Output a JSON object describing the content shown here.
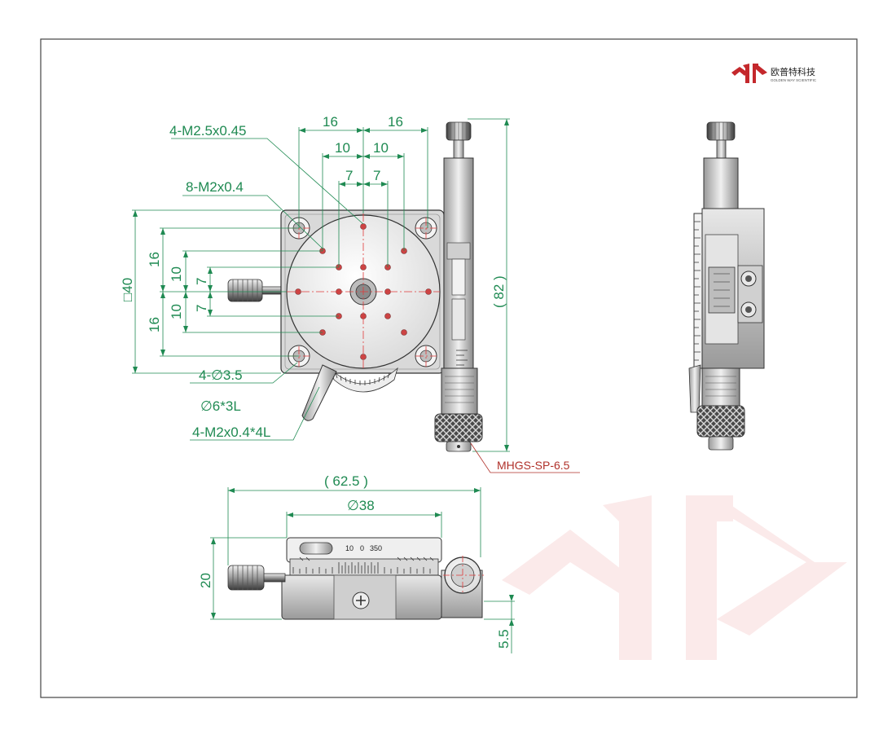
{
  "brand": {
    "name_zh": "欧普特科技",
    "name_en": "GOLDEN WAY SCIENTIFIC"
  },
  "dimensions": {
    "top_16_left": "16",
    "top_16_right": "16",
    "top_10_left": "10",
    "top_10_right": "10",
    "top_7_left": "7",
    "top_7_right": "7",
    "thread_center": "4-M2.5x0.45",
    "thread_holes": "8-M2x0.4",
    "side_40": "□40",
    "left_16_upper": "16",
    "left_10_upper": "10",
    "left_7_upper": "7",
    "left_7_lower": "7",
    "left_10_lower": "10",
    "left_16_lower": "16",
    "right_82": "( 82 )",
    "hole_35": "4-∅3.5",
    "hole_6": "∅6*3L",
    "thread_bottom": "4-M2x0.4*4L",
    "micrometer_model": "MHGS-SP-6.5",
    "width_625": "( 62.5 )",
    "dia_38": "∅38",
    "height_20": "20",
    "height_55": "5.5"
  },
  "scale_marks": {
    "label_10": "10",
    "label_0": "0",
    "label_350": "350"
  },
  "colors": {
    "dimension": "#1f8a52",
    "center_line": "#e03a3a",
    "callout": "#b0312a",
    "outline": "#333333",
    "metal_light": "#d8d8d8",
    "metal_dark": "#7a7a7a",
    "watermark": "#fbeaea"
  }
}
